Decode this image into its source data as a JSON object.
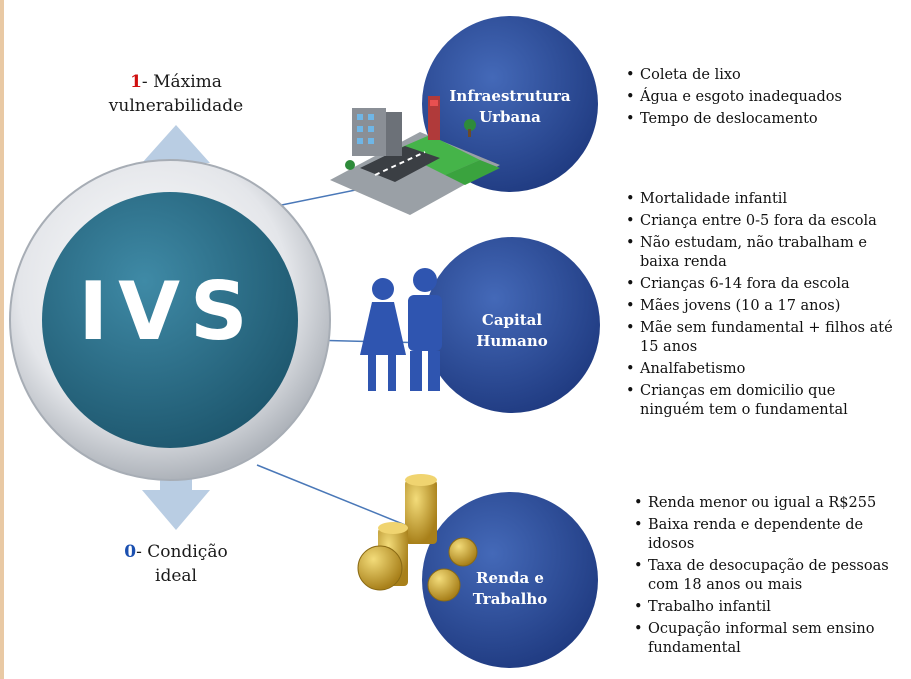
{
  "center": {
    "label": "IVS"
  },
  "scale": {
    "top": {
      "number": "1",
      "text_line1": "- Máxima",
      "text_line2": "vulnerabilidade"
    },
    "bottom": {
      "number": "0",
      "text_line1": "- Condição",
      "text_line2": "ideal"
    }
  },
  "colors": {
    "circle_blue": "#2d4e99",
    "center_teal": "#2a6f8a",
    "arrow": "#b9cde3",
    "top_number": "#d01010",
    "bottom_number": "#1a4fb0"
  },
  "dimensions": [
    {
      "title_line1": "Infraestrutura",
      "title_line2": "Urbana",
      "icon": "city-icon",
      "items": [
        "Coleta de lixo",
        "Água  e esgoto inadequados",
        "Tempo de deslocamento"
      ]
    },
    {
      "title_line1": "Capital",
      "title_line2": "Humano",
      "icon": "people-icon",
      "items": [
        "Mortalidade infantil",
        "Criança entre 0-5 fora da escola",
        "Não estudam, não trabalham e baixa renda",
        "Crianças 6-14 fora da escola",
        "Mães jovens (10 a 17 anos)",
        "Mãe sem fundamental  + filhos até 15 anos",
        "Analfabetismo",
        "Crianças em domicilio que ninguém tem o fundamental"
      ]
    },
    {
      "title_line1": "Renda e",
      "title_line2": "Trabalho",
      "icon": "coins-icon",
      "items": [
        "Renda menor ou igual a R$255",
        "Baixa renda e dependente de idosos",
        "Taxa de desocupação de pessoas com 18 anos ou mais",
        "Trabalho  infantil",
        "Ocupação informal sem ensino fundamental"
      ]
    }
  ]
}
